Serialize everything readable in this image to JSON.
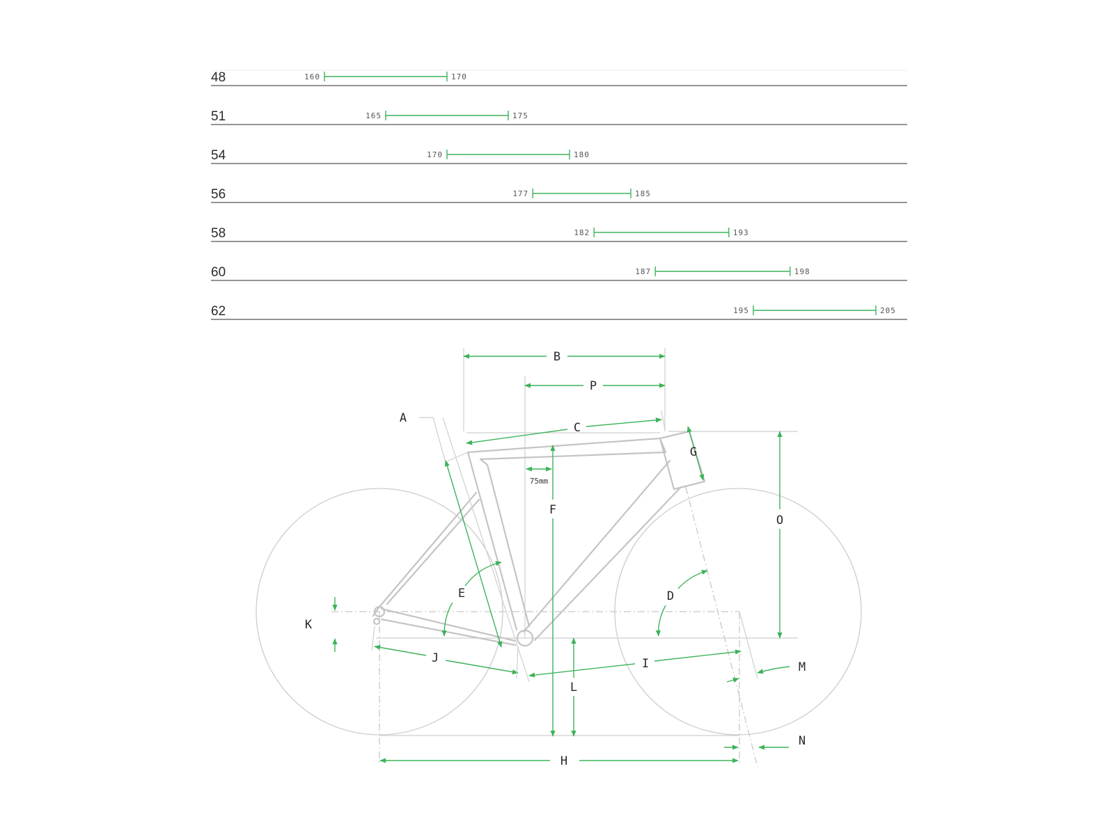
{
  "size_chart": {
    "rows": [
      {
        "size": "48",
        "min": 160,
        "max": 170
      },
      {
        "size": "51",
        "min": 165,
        "max": 175
      },
      {
        "size": "54",
        "min": 170,
        "max": 180
      },
      {
        "size": "56",
        "min": 177,
        "max": 185
      },
      {
        "size": "58",
        "min": 182,
        "max": 193
      },
      {
        "size": "60",
        "min": 187,
        "max": 198
      },
      {
        "size": "62",
        "min": 195,
        "max": 205
      }
    ],
    "accent_color": "#3db35a"
  },
  "geometry_diagram": {
    "labels": {
      "A": "A",
      "B": "B",
      "C": "C",
      "D": "D",
      "E": "E",
      "F": "F",
      "G": "G",
      "H": "H",
      "I": "I",
      "J": "J",
      "K": "K",
      "L": "L",
      "M": "M",
      "N": "N",
      "O": "O",
      "P": "P"
    },
    "offset_note": "75mm",
    "line_color": "#c4c4c4",
    "accent_color": "#3db35a"
  }
}
